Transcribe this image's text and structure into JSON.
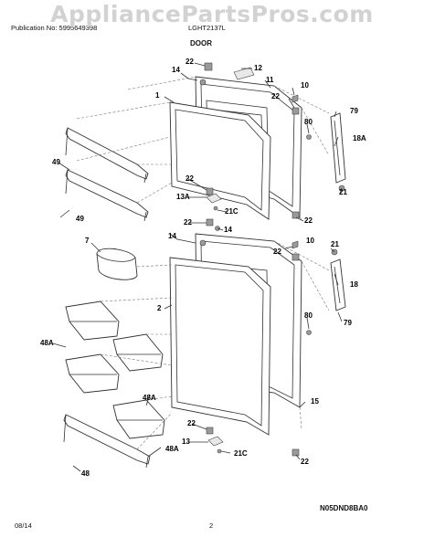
{
  "watermark": "AppliancePartsPros.com",
  "header": {
    "publication": "Publication No: 5995649398",
    "model": "LGHT2137L"
  },
  "section_title": "DOOR",
  "diagram_code": "N05DND8BA0",
  "footer": {
    "date": "08/14",
    "page": "2"
  },
  "labels": {
    "l22a": "22",
    "l12": "12",
    "l14a": "14",
    "l11": "11",
    "l10a": "10",
    "l22b": "22",
    "l1": "1",
    "l80a": "80",
    "l79a": "79",
    "l18A": "18A",
    "l49a": "49",
    "l21a": "21",
    "l22c": "22",
    "l13A": "13A",
    "l21Ca": "21C",
    "l49b": "49",
    "l22d": "22",
    "l22e": "22",
    "l14b": "14",
    "l7": "7",
    "l14c": "14",
    "l22f": "22",
    "l10b": "10",
    "l21b": "21",
    "l2": "2",
    "l18": "18",
    "l80b": "80",
    "l79b": "79",
    "l48Aa": "48A",
    "l48Ab": "48A",
    "l15": "15",
    "l48Ac": "48A",
    "l22g": "22",
    "l13": "13",
    "l21Cb": "21C",
    "l22h": "22",
    "l48": "48"
  }
}
